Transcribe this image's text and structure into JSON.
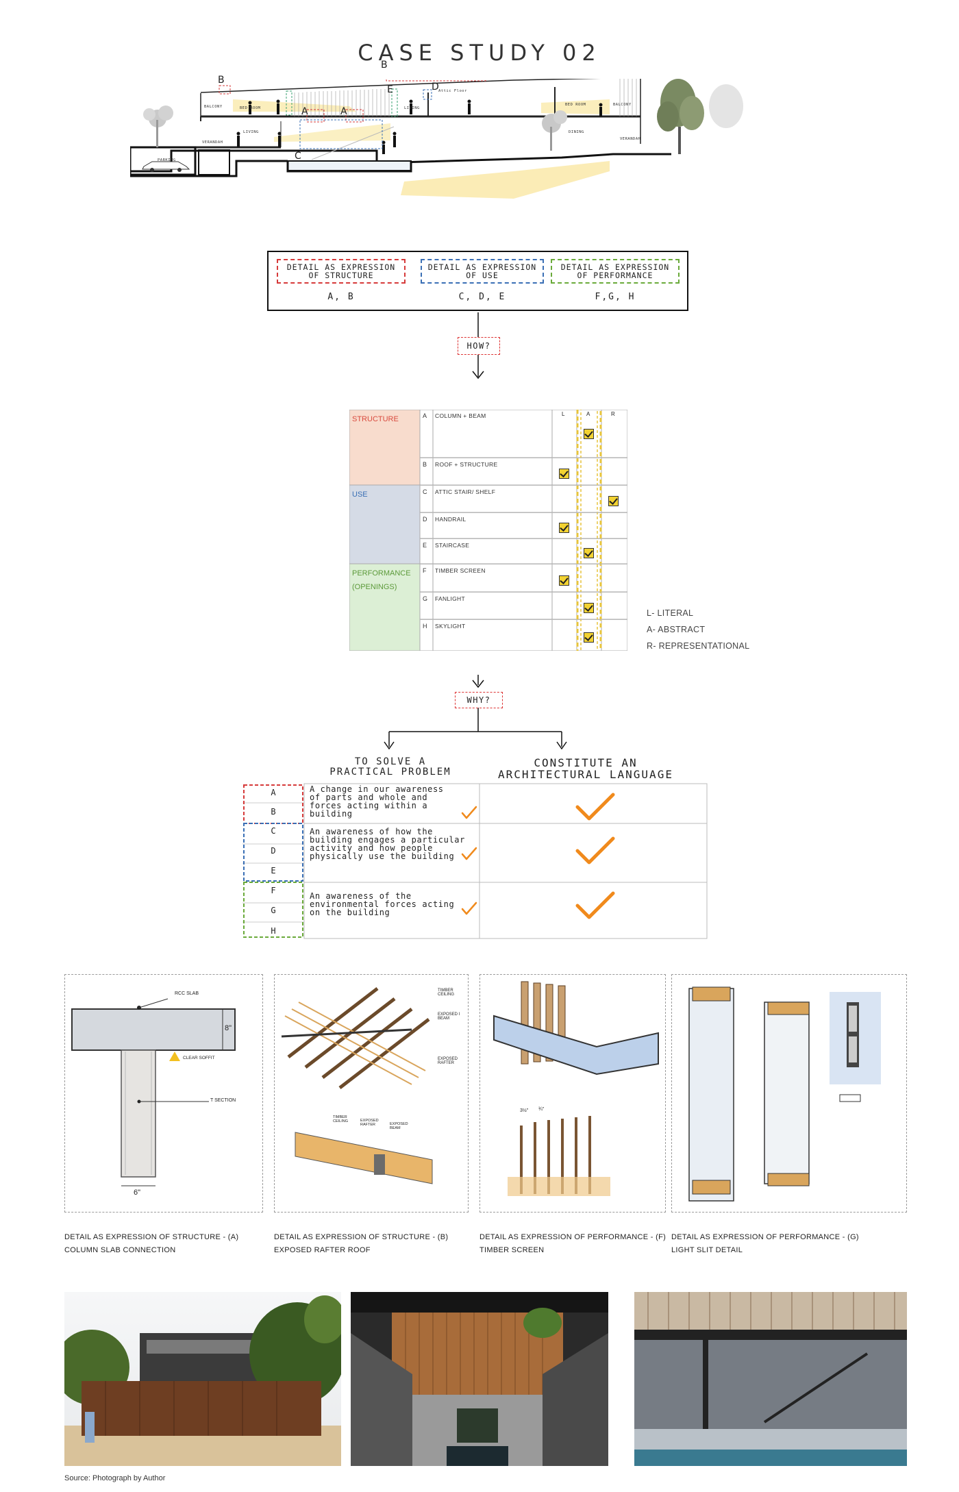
{
  "title": "CASE STUDY 02",
  "section": {
    "detail_letters": [
      "B",
      "B",
      "A",
      "A",
      "E",
      "D",
      "C"
    ],
    "room_labels": [
      "BALCONY",
      "BED ROOM",
      "LIVING",
      "VERANDAH",
      "PARKING",
      "LIVING",
      "Attic Floor",
      "BED ROOM",
      "BALCONY",
      "DINING",
      "VERANDAH"
    ]
  },
  "categories": [
    {
      "label_line1": "DETAIL AS EXPRESSION",
      "label_line2": "OF STRUCTURE",
      "letters": "A, B",
      "color": "#d63a3a"
    },
    {
      "label_line1": "DETAIL AS EXPRESSION",
      "label_line2": "OF USE",
      "letters": "C, D, E",
      "color": "#3a6fb5"
    },
    {
      "label_line1": "DETAIL AS EXPRESSION",
      "label_line2": "OF PERFORMANCE",
      "letters": "F,G, H",
      "color": "#6aaa3a"
    }
  ],
  "how_label": "HOW?",
  "why_label": "WHY?",
  "class_table": {
    "col_headers": [
      "L",
      "A",
      "R"
    ],
    "groups": [
      {
        "name": "STRUCTURE",
        "sub": "",
        "color": "#d94b3f",
        "bg": "#f8dccd"
      },
      {
        "name": "USE",
        "sub": "",
        "color": "#3a6fb5",
        "bg": "#d5dbe6"
      },
      {
        "name": "PERFORMANCE",
        "sub": "(OPENINGS)",
        "color": "#5c9a3a",
        "bg": "#dcefd5"
      }
    ],
    "rows": [
      {
        "letter": "A",
        "item": "COLUMN + BEAM",
        "check": "A"
      },
      {
        "letter": "B",
        "item": "ROOF + STRUCTURE",
        "check": "L"
      },
      {
        "letter": "C",
        "item": "ATTIC STAIR/ SHELF",
        "check": "R"
      },
      {
        "letter": "D",
        "item": "HANDRAIL",
        "check": "L"
      },
      {
        "letter": "E",
        "item": "STAIRCASE",
        "check": "A"
      },
      {
        "letter": "F",
        "item": "TIMBER SCREEN",
        "check": "L"
      },
      {
        "letter": "G",
        "item": "FANLIGHT",
        "check": "A"
      },
      {
        "letter": "H",
        "item": "SKYLIGHT",
        "check": "A"
      }
    ],
    "legend": [
      "L- LITERAL",
      "A- ABSTRACT",
      "R- REPRESENTATIONAL"
    ]
  },
  "why_table": {
    "head_left_1": "TO SOLVE A",
    "head_left_2": "PRACTICAL PROBLEM",
    "head_right_1": "CONSTITUTE AN",
    "head_right_2": "ARCHITECTURAL LANGUAGE",
    "letters": [
      "A",
      "B",
      "C",
      "D",
      "E",
      "F",
      "G",
      "H"
    ],
    "descriptions": [
      [
        "A change in our awareness",
        "of parts and whole and",
        "forces acting within a",
        "building"
      ],
      [
        "An awareness of how the",
        "building engages a particular",
        "activity and how people",
        "physically use the building"
      ],
      [
        "An awareness of the",
        "environmental forces acting",
        "on the building"
      ]
    ]
  },
  "panels": [
    {
      "cap1": "DETAIL AS EXPRESSION OF STRUCTURE  - (A)",
      "cap2": "COLUMN SLAB CONNECTION",
      "labels": [
        "RCC SLAB",
        "8\"",
        "CLEAR SOFFIT",
        "T SECTION",
        "6\""
      ]
    },
    {
      "cap1": "DETAIL AS EXPRESSION OF STRUCTURE  - (B)",
      "cap2": "EXPOSED RAFTER ROOF",
      "labels": [
        "TIMBER CEILING",
        "EXPOSED I BEAM",
        "EXPOSED RAFTER",
        "TIMBER CEILING",
        "EXPOSED RAFTER",
        "EXPOSED BEAM"
      ]
    },
    {
      "cap1": "DETAIL AS EXPRESSION OF PERFORMANCE - (F)",
      "cap2": "TIMBER SCREEN",
      "labels": [
        "3½\"",
        "¾\""
      ]
    },
    {
      "cap1": "DETAIL AS EXPRESSION OF PERFORMANCE - (G)",
      "cap2": "LIGHT SLIT DETAIL",
      "labels": []
    }
  ],
  "source_note": "Source: Photograph by Author"
}
